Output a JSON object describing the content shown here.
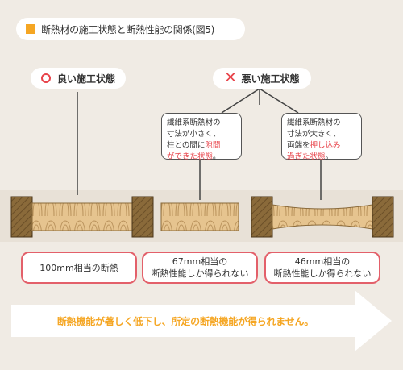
{
  "title": "断熱材の施工状態と断熱性能の関係(図5)",
  "good_label": "良い施工状態",
  "bad_label": "悪い施工状態",
  "note_left": {
    "line1": "繊維系断熱材の",
    "line2": "寸法が小さく、",
    "line3_prefix": "柱との間に",
    "line3_red": "隙間",
    "line4_red": "ができた状態",
    "line4_suffix": "。"
  },
  "note_right": {
    "line1": "繊維系断熱材の",
    "line2": "寸法が大きく、",
    "line3_prefix": "両端を",
    "line3_red": "押し込み",
    "line4_red": "過ぎた状態",
    "line4_suffix": "。"
  },
  "result_good": "100mm相当の断熱",
  "result_gap": {
    "line1": "67mm相当の",
    "line2": "断熱性能しか得られない"
  },
  "result_squeeze": {
    "line1": "46mm相当の",
    "line2": "断熱性能しか得られない"
  },
  "bottom_message": "断熱機能が著しく低下し、所定の断熱機能が得られません。",
  "colors": {
    "accent_orange": "#f5a623",
    "accent_red": "#e8434a",
    "wood": "#8a6a3a",
    "insulation": "#e6c48f",
    "background": "#f0ebe4"
  }
}
